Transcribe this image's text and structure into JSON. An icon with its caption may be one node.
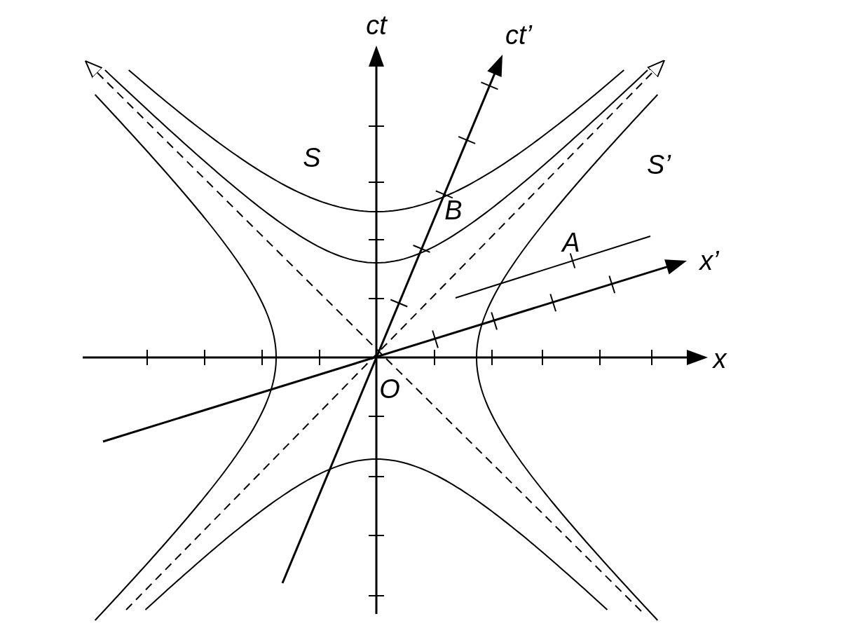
{
  "diagram": {
    "labels": [
      "ct",
      "ct’",
      "S",
      "S’",
      "B",
      "A",
      "x’",
      "x",
      "O"
    ]
  }
}
